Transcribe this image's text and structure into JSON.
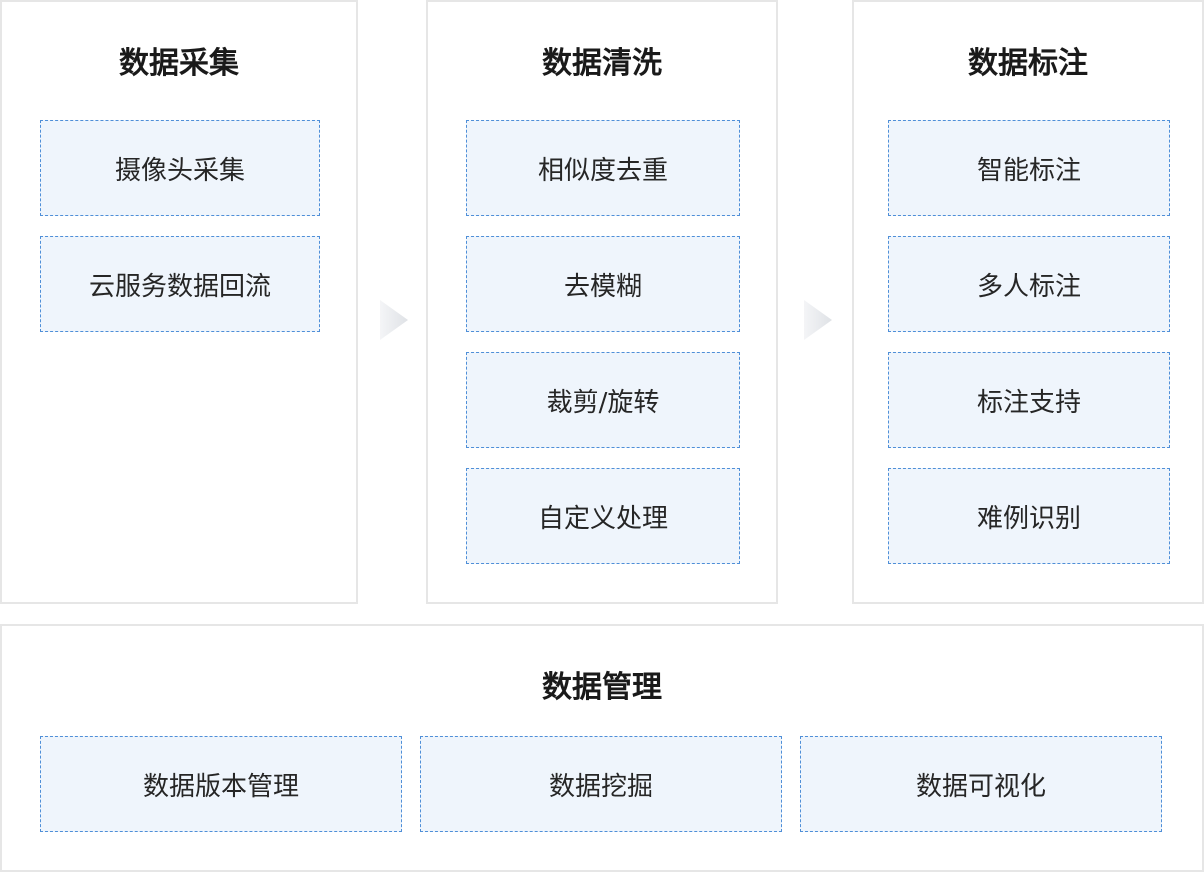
{
  "stages": [
    {
      "title": "数据采集",
      "items": [
        "摄像头采集",
        "云服务数据回流"
      ]
    },
    {
      "title": "数据清洗",
      "items": [
        "相似度去重",
        "去模糊",
        "裁剪/旋转",
        "自定义处理"
      ]
    },
    {
      "title": "数据标注",
      "items": [
        "智能标注",
        "多人标注",
        "标注支持",
        "难例识别"
      ]
    }
  ],
  "management": {
    "title": "数据管理",
    "items": [
      "数据版本管理",
      "数据挖掘",
      "数据可视化"
    ]
  },
  "colors": {
    "box_fill": "#eff5fc",
    "box_border": "#4f8fd8",
    "panel_border": "#e6e6e6",
    "arrow": "#e3e6ea"
  }
}
